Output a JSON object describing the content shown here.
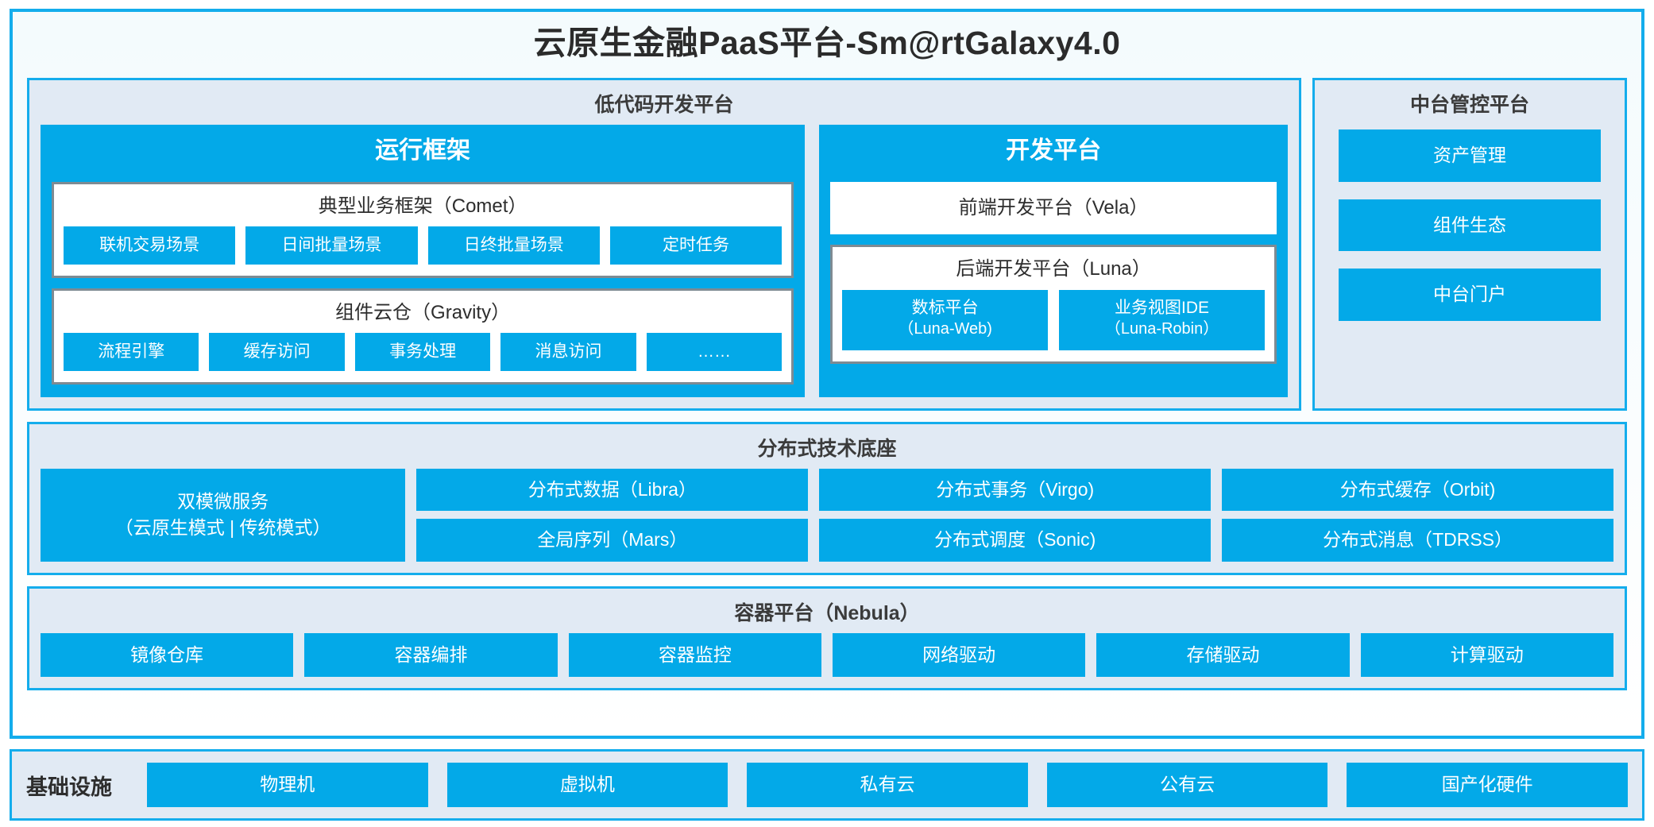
{
  "page": {
    "title": "云原生金融PaaS平台-Sm@rtGalaxy4.0",
    "accent_color": "#03A9E8",
    "border_color": "#14ADEC",
    "section_bg": "#E1EAF4",
    "group_border_color": "#7E8B93"
  },
  "lowcode": {
    "title": "低代码开发平台",
    "runtime": {
      "title": "运行框架",
      "comet": {
        "title": "典型业务框架（Comet）",
        "items": [
          "联机交易场景",
          "日间批量场景",
          "日终批量场景",
          "定时任务"
        ]
      },
      "gravity": {
        "title": "组件云仓（Gravity）",
        "items": [
          "流程引擎",
          "缓存访问",
          "事务处理",
          "消息访问",
          "……"
        ]
      }
    },
    "devplatform": {
      "title": "开发平台",
      "vela": "前端开发平台（Vela）",
      "luna": {
        "title": "后端开发平台（Luna）",
        "items": [
          {
            "name": "数标平台",
            "code": "（Luna-Web)"
          },
          {
            "name": "业务视图IDE",
            "code": "（Luna-Robin）"
          }
        ]
      }
    }
  },
  "midplatform": {
    "title": "中台管控平台",
    "items": [
      "资产管理",
      "组件生态",
      "中台门户"
    ]
  },
  "distributed": {
    "title": "分布式技术底座",
    "microservice": {
      "line1": "双模微服务",
      "line2": "（云原生模式 | 传统模式）"
    },
    "columns": [
      [
        "分布式数据（Libra）",
        "全局序列（Mars）"
      ],
      [
        "分布式事务（Virgo)",
        "分布式调度（Sonic)"
      ],
      [
        "分布式缓存（Orbit)",
        "分布式消息（TDRSS）"
      ]
    ]
  },
  "container": {
    "title": "容器平台（Nebula）",
    "items": [
      "镜像仓库",
      "容器编排",
      "容器监控",
      "网络驱动",
      "存储驱动",
      "计算驱动"
    ]
  },
  "infrastructure": {
    "label": "基础设施",
    "items": [
      "物理机",
      "虚拟机",
      "私有云",
      "公有云",
      "国产化硬件"
    ]
  }
}
